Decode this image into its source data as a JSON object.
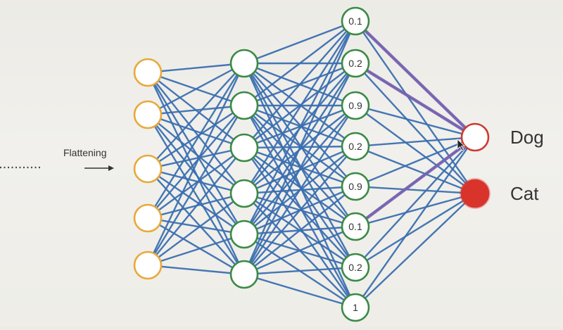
{
  "diagram": {
    "flatten_label": "Flattening",
    "colors": {
      "input": "#e8a93a",
      "hidden": "#3a8a45",
      "edge": "#3b6fb0",
      "strong_edge": "#7a63b0",
      "dog": "#cc3a30",
      "cat": "#d9342c",
      "background": "#efeee9"
    },
    "layers": {
      "input_count": 5,
      "hidden1_count": 6,
      "hidden2_values": [
        "0.1",
        "0.2",
        "0.9",
        "0.2",
        "0.9",
        "0.1",
        "0.2",
        "1"
      ]
    },
    "outputs": [
      {
        "label": "Dog",
        "active": false
      },
      {
        "label": "Cat",
        "active": true
      }
    ]
  }
}
